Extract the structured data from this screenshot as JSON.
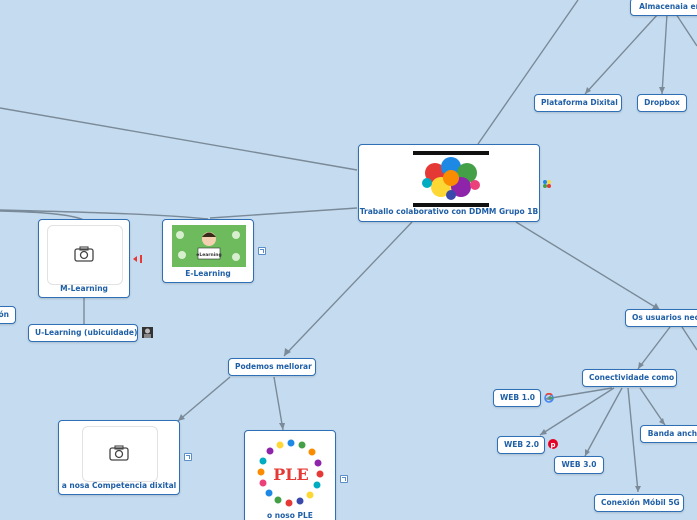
{
  "central": {
    "label": "Traballo colaborativo con DDMM Grupo 1B"
  },
  "nodes": {
    "almacenaia": "Almacenaia en",
    "plataforma": "Plataforma Dixital",
    "dropbox": "Dropbox",
    "usuarios": "Os usuarios nece",
    "conectividade": "Conectividade como",
    "web1": "WEB 1.0",
    "web2": "WEB 2.0",
    "web3": "WEB 3.0",
    "banda": "Banda ancha",
    "conexion5g": "Conexión Móbil 5G",
    "podemos": "Podemos mellorar",
    "competencia": "a nosa Competencia dixital",
    "ple": "o noso PLE",
    "mlearning": "M-Learning",
    "elearning": "E-Learning",
    "ulearning": "U-Learning (ubicuidade)",
    "left_partial": "ón"
  },
  "images": {
    "elearning_sign": "eLearning",
    "ple_logo": "PLE"
  },
  "colors": {
    "background": "#c5dcf0",
    "node_border": "#2f6fb5",
    "node_text": "#1f5fa6",
    "connector": "#7a8a99"
  }
}
